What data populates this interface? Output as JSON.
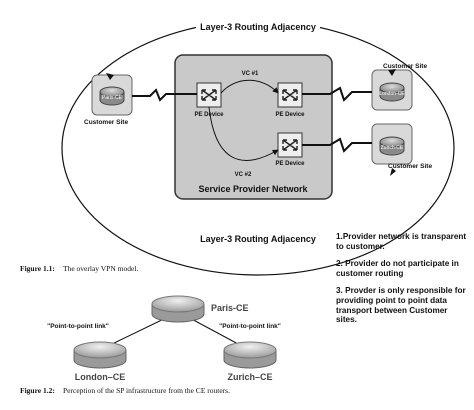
{
  "fig1": {
    "top_adjacency": "Layer-3 Routing Adjacency",
    "bottom_adjacency": "Layer-3 Routing Adjacency",
    "sp_network": "Service Provider Network",
    "vc1": "VC #1",
    "vc2": "VC #2",
    "pe_device": "PE Device",
    "customer_site": "Customer Site",
    "paris_ce": "Paris-CE",
    "london_ce": "London-CE",
    "zurich_ce": "Zurich-CE",
    "caption_num": "Figure 1.1:",
    "caption_text": "The overlay VPN model."
  },
  "notes": [
    "1.Provider network is transparent to customer.",
    "2. Provider do not participate in customer routing",
    "3. Provder is only responsible for providing point to point data transport between Customer sites."
  ],
  "fig2": {
    "paris_ce": "Paris-CE",
    "london_ce": "London–CE",
    "zurich_ce": "Zurich–CE",
    "p2p_left": "\"Point-to-point link\"",
    "p2p_right": "\"Point-to-point link\"",
    "caption_num": "Figure 1.2:",
    "caption_text": "Perception of the SP infrastructure from the CE routers."
  }
}
